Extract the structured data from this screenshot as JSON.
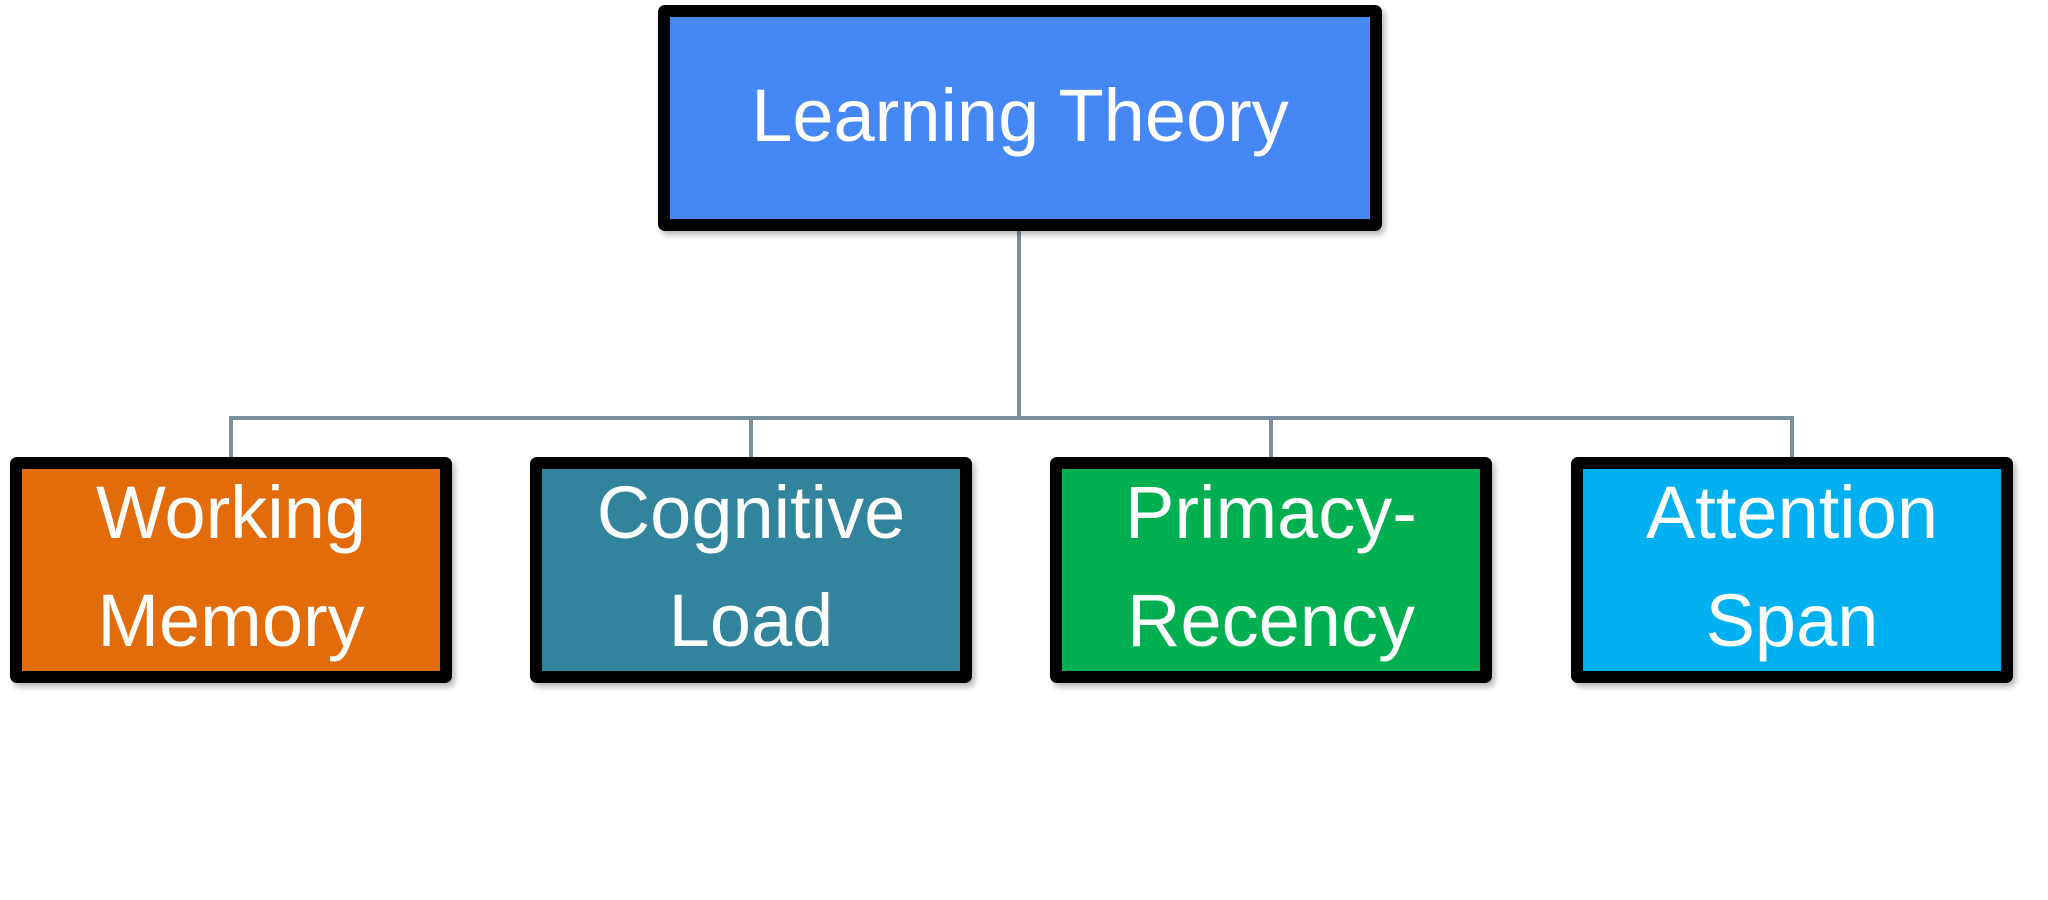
{
  "diagram": {
    "type": "org-chart",
    "root": {
      "label": "Learning Theory",
      "color": "#4587f5"
    },
    "children": [
      {
        "lines": [
          "Working",
          "Memory"
        ],
        "label": "Working Memory",
        "color": "#e36c0a"
      },
      {
        "lines": [
          "Cognitive",
          "Load"
        ],
        "label": "Cognitive Load",
        "color": "#31849b"
      },
      {
        "lines": [
          "Primacy-",
          "Recency"
        ],
        "label": "Primacy-Recency",
        "color": "#00b050"
      },
      {
        "lines": [
          "Attention",
          "Span"
        ],
        "label": "Attention Span",
        "color": "#00b0f0"
      }
    ],
    "connector_color": "#7b909c",
    "border_color": "#000000",
    "text_color": "#ffffff"
  }
}
